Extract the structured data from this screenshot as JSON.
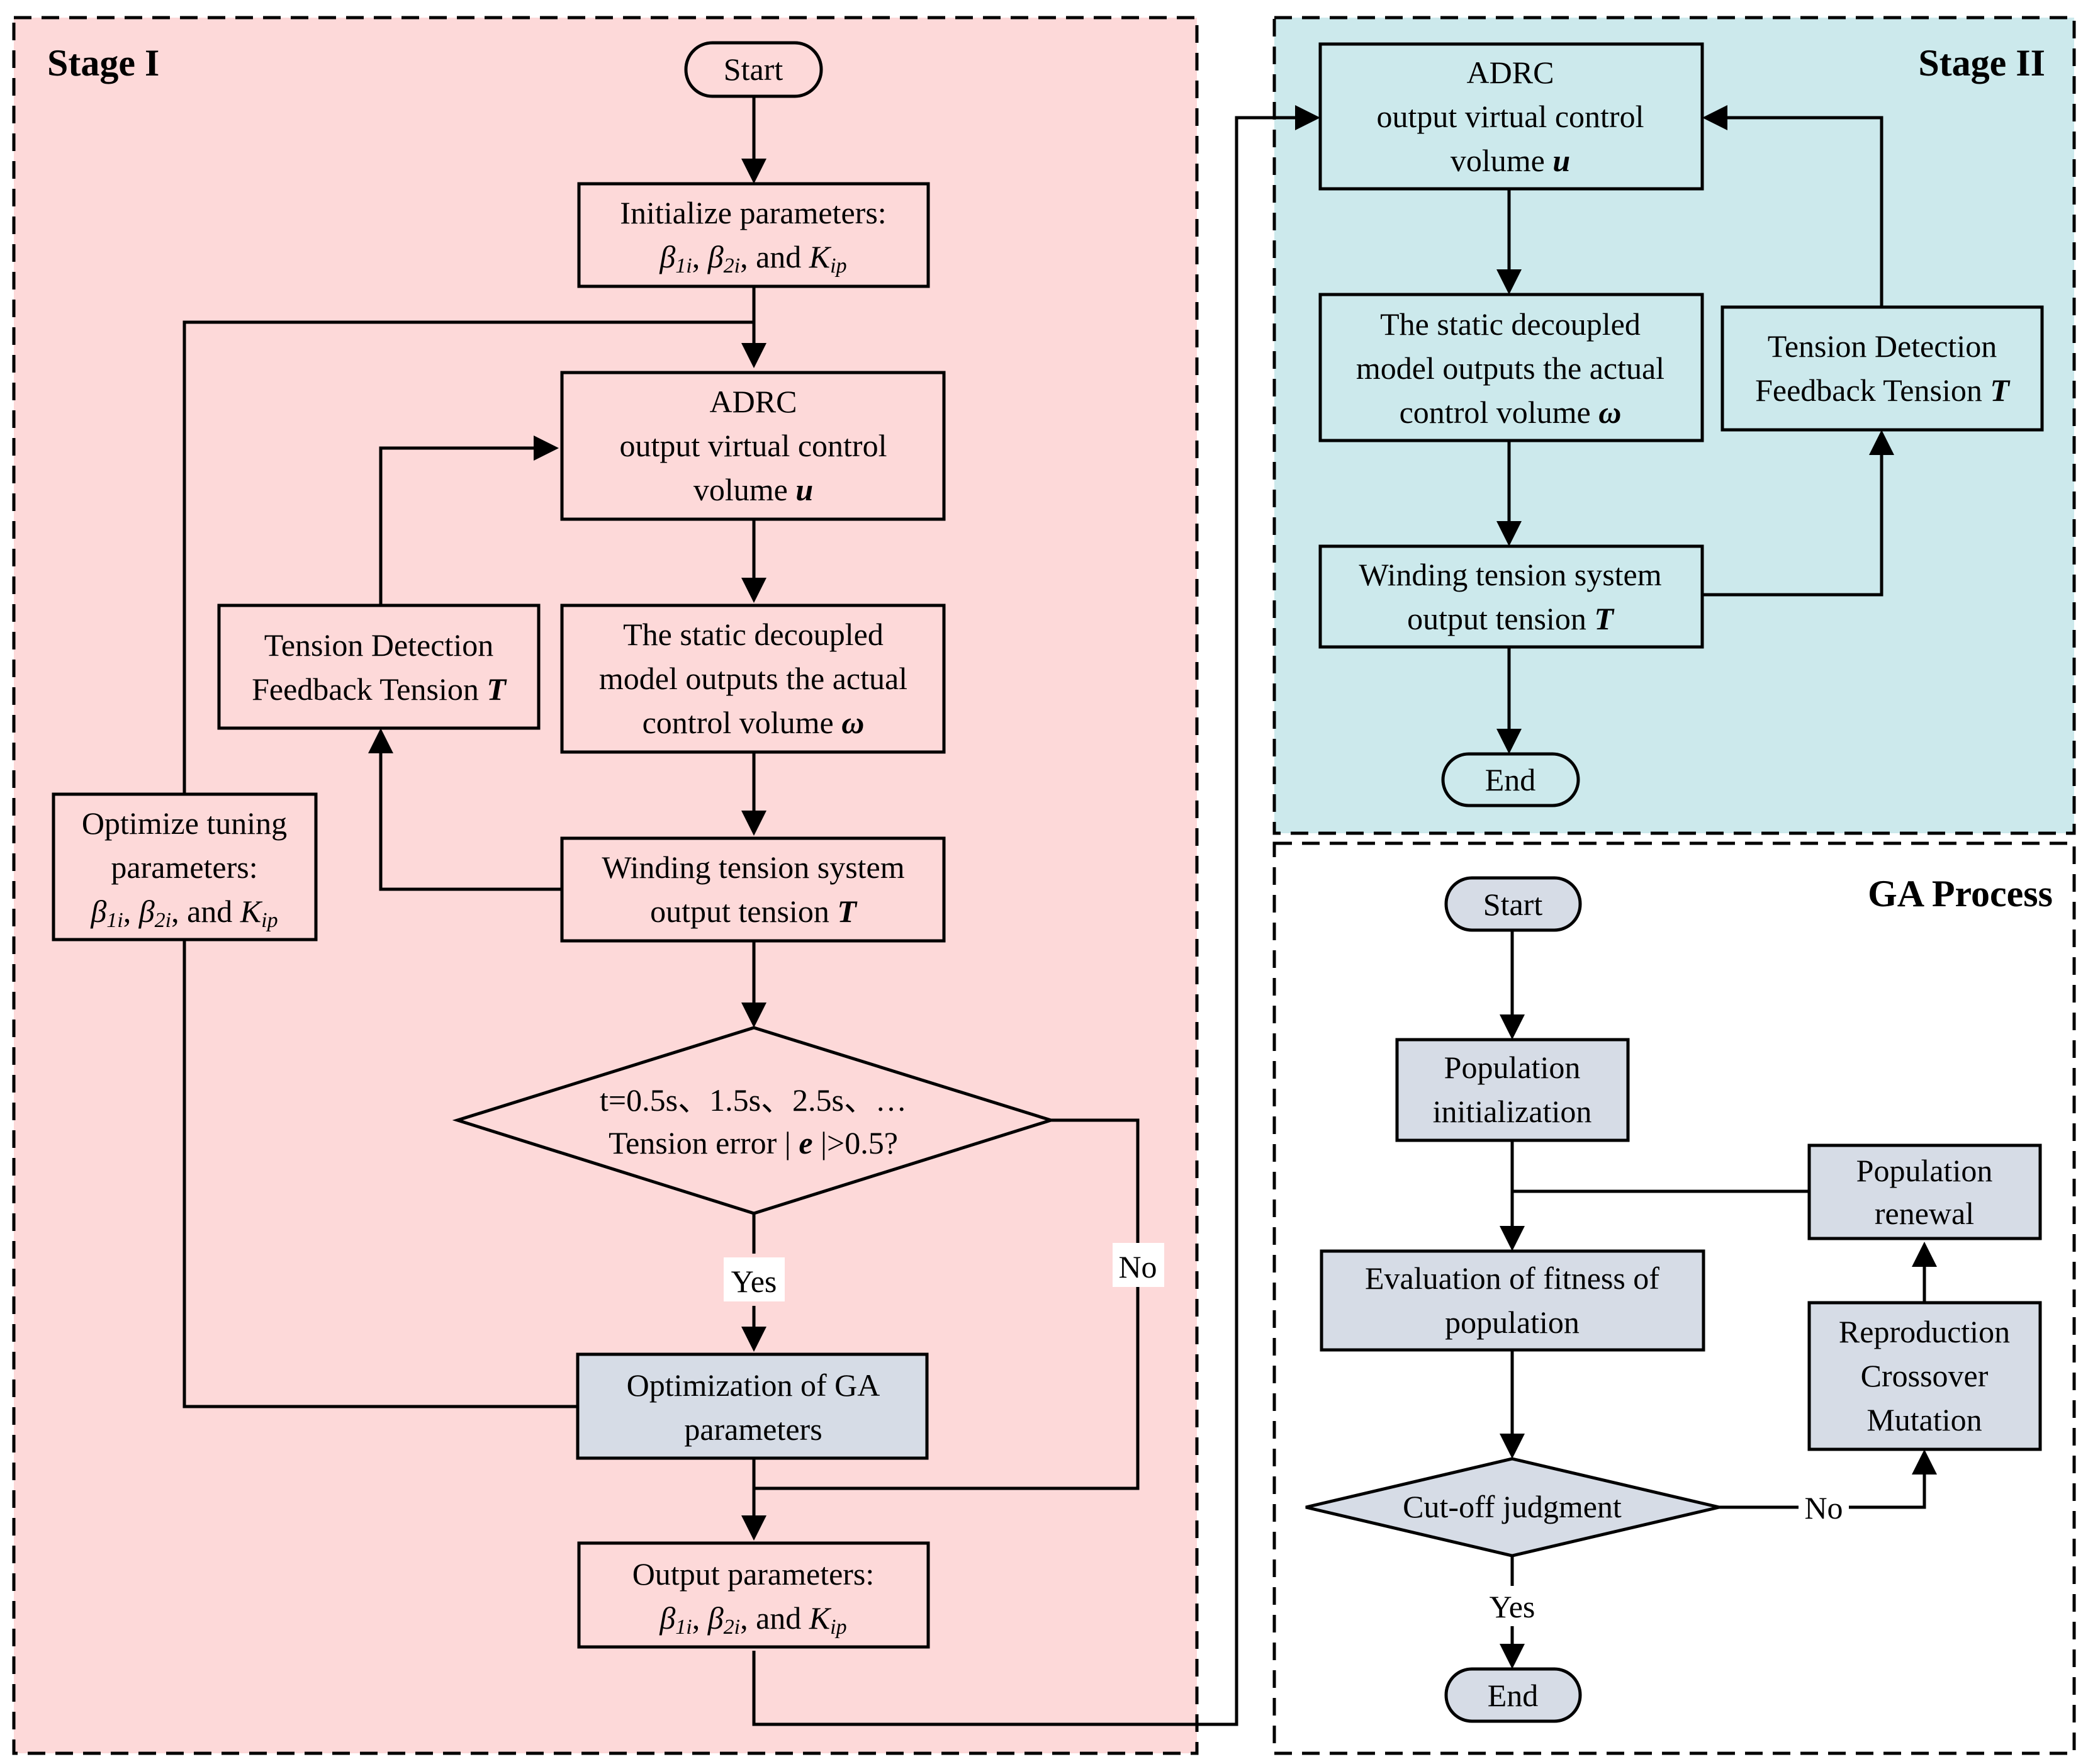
{
  "colors": {
    "stage1_bg": "#fdd9d9",
    "stage2_bg": "#cce9ec",
    "ga_bg": "#ffffff",
    "ga_node": "#d6dce6",
    "node": "#fdd9d9",
    "node2": "#cce9ec"
  },
  "stage1": {
    "title": "Stage I",
    "start": "Start",
    "init": {
      "line1": "Initialize  parameters:",
      "b": "β",
      "s1": "1i",
      "s2": "2i",
      "k": "K",
      "kp": "ip",
      "sep": ", ",
      "and": ", and "
    },
    "adrc": {
      "line1": "ADRC",
      "line2": "output virtual control",
      "line3a": "volume ",
      "u": "u"
    },
    "static": {
      "line1": "The static decoupled",
      "line2": "model outputs the actual",
      "line3a": "control volume ",
      "w": "ω"
    },
    "winding": {
      "line1": "Winding tension system",
      "line2a": "output tension ",
      "t": "T"
    },
    "detect": {
      "line1": "Tension Detection",
      "line2a": "Feedback Tension ",
      "t": "T"
    },
    "optimize": {
      "line1": "Optimize tuning",
      "line2": "parameters:"
    },
    "decision": {
      "line1": "t=0.5s、1.5s、2.5s、…",
      "line2a": "Tension error | ",
      "e": "e",
      "line2b": " |>0.5?"
    },
    "yes": "Yes",
    "no": "No",
    "ga_opt": {
      "line1": "Optimization of GA",
      "line2": "parameters"
    },
    "output": {
      "line1": "Output parameters:"
    }
  },
  "stage2": {
    "title": "Stage II",
    "adrc": {
      "line1": "ADRC",
      "line2": "output virtual control",
      "line3a": "volume ",
      "u": "u"
    },
    "static": {
      "line1": "The static decoupled",
      "line2": "model outputs the actual",
      "line3a": "control volume ",
      "w": "ω"
    },
    "winding": {
      "line1": "Winding tension system",
      "line2a": "output tension ",
      "t": "T"
    },
    "detect": {
      "line1": "Tension Detection",
      "line2a": "Feedback Tension ",
      "t": "T"
    },
    "end": "End"
  },
  "ga": {
    "title": "GA Process",
    "start": "Start",
    "pop_init": {
      "line1": "Population",
      "line2": "initialization"
    },
    "renewal": {
      "line1": "Population",
      "line2": "renewal"
    },
    "eval": {
      "line1": "Evaluation of fitness of",
      "line2": "population"
    },
    "repro": {
      "line1": "Reproduction",
      "line2": "Crossover",
      "line3": "Mutation"
    },
    "cutoff": "Cut-off judgment",
    "no": "No",
    "yes": "Yes",
    "end": "End"
  }
}
